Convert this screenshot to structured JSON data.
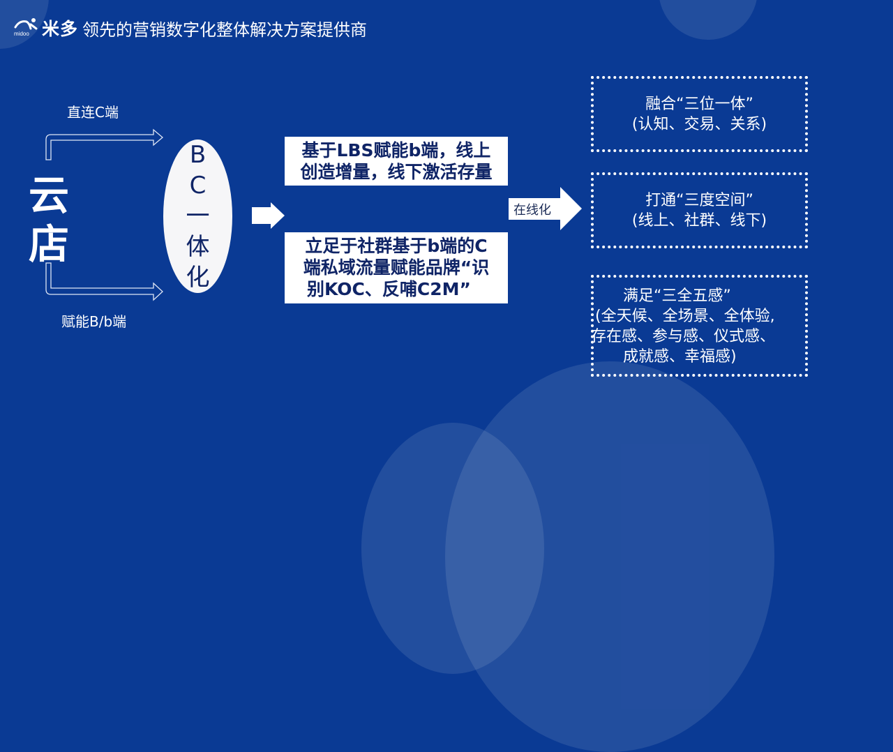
{
  "header": {
    "logo_text": "midoo",
    "brand": "米多",
    "tagline": "领先的营销数字化整体解决方案提供商"
  },
  "diagram": {
    "source": "云店",
    "top_label": "直连C端",
    "bottom_label": "赋能B/b端",
    "ellipse_chars": [
      "B",
      "C",
      "一",
      "体",
      "化"
    ],
    "box_top": [
      "基于LBS赋能b端，线上",
      "创造增量，线下激活存量"
    ],
    "box_bottom": [
      "立足于社群基于b端的C",
      "端私域流量赋能品牌“识",
      "别KOC、反哺C2M”"
    ],
    "arrow_label": "在线化",
    "results": [
      {
        "lines": [
          "融合“三位一体”",
          "(认知、交易、关系)"
        ]
      },
      {
        "lines": [
          "打通“三度空间”",
          "(线上、社群、线下)"
        ]
      },
      {
        "lines": [
          "满足“三全五感”",
          "(全天候、全场景、全体验,",
          "存在感、参与感、仪式感、",
          "成就感、幸福感)"
        ]
      }
    ]
  },
  "colors": {
    "background": "#0a3a94",
    "text_dark": "#0f2466",
    "white": "#ffffff"
  }
}
